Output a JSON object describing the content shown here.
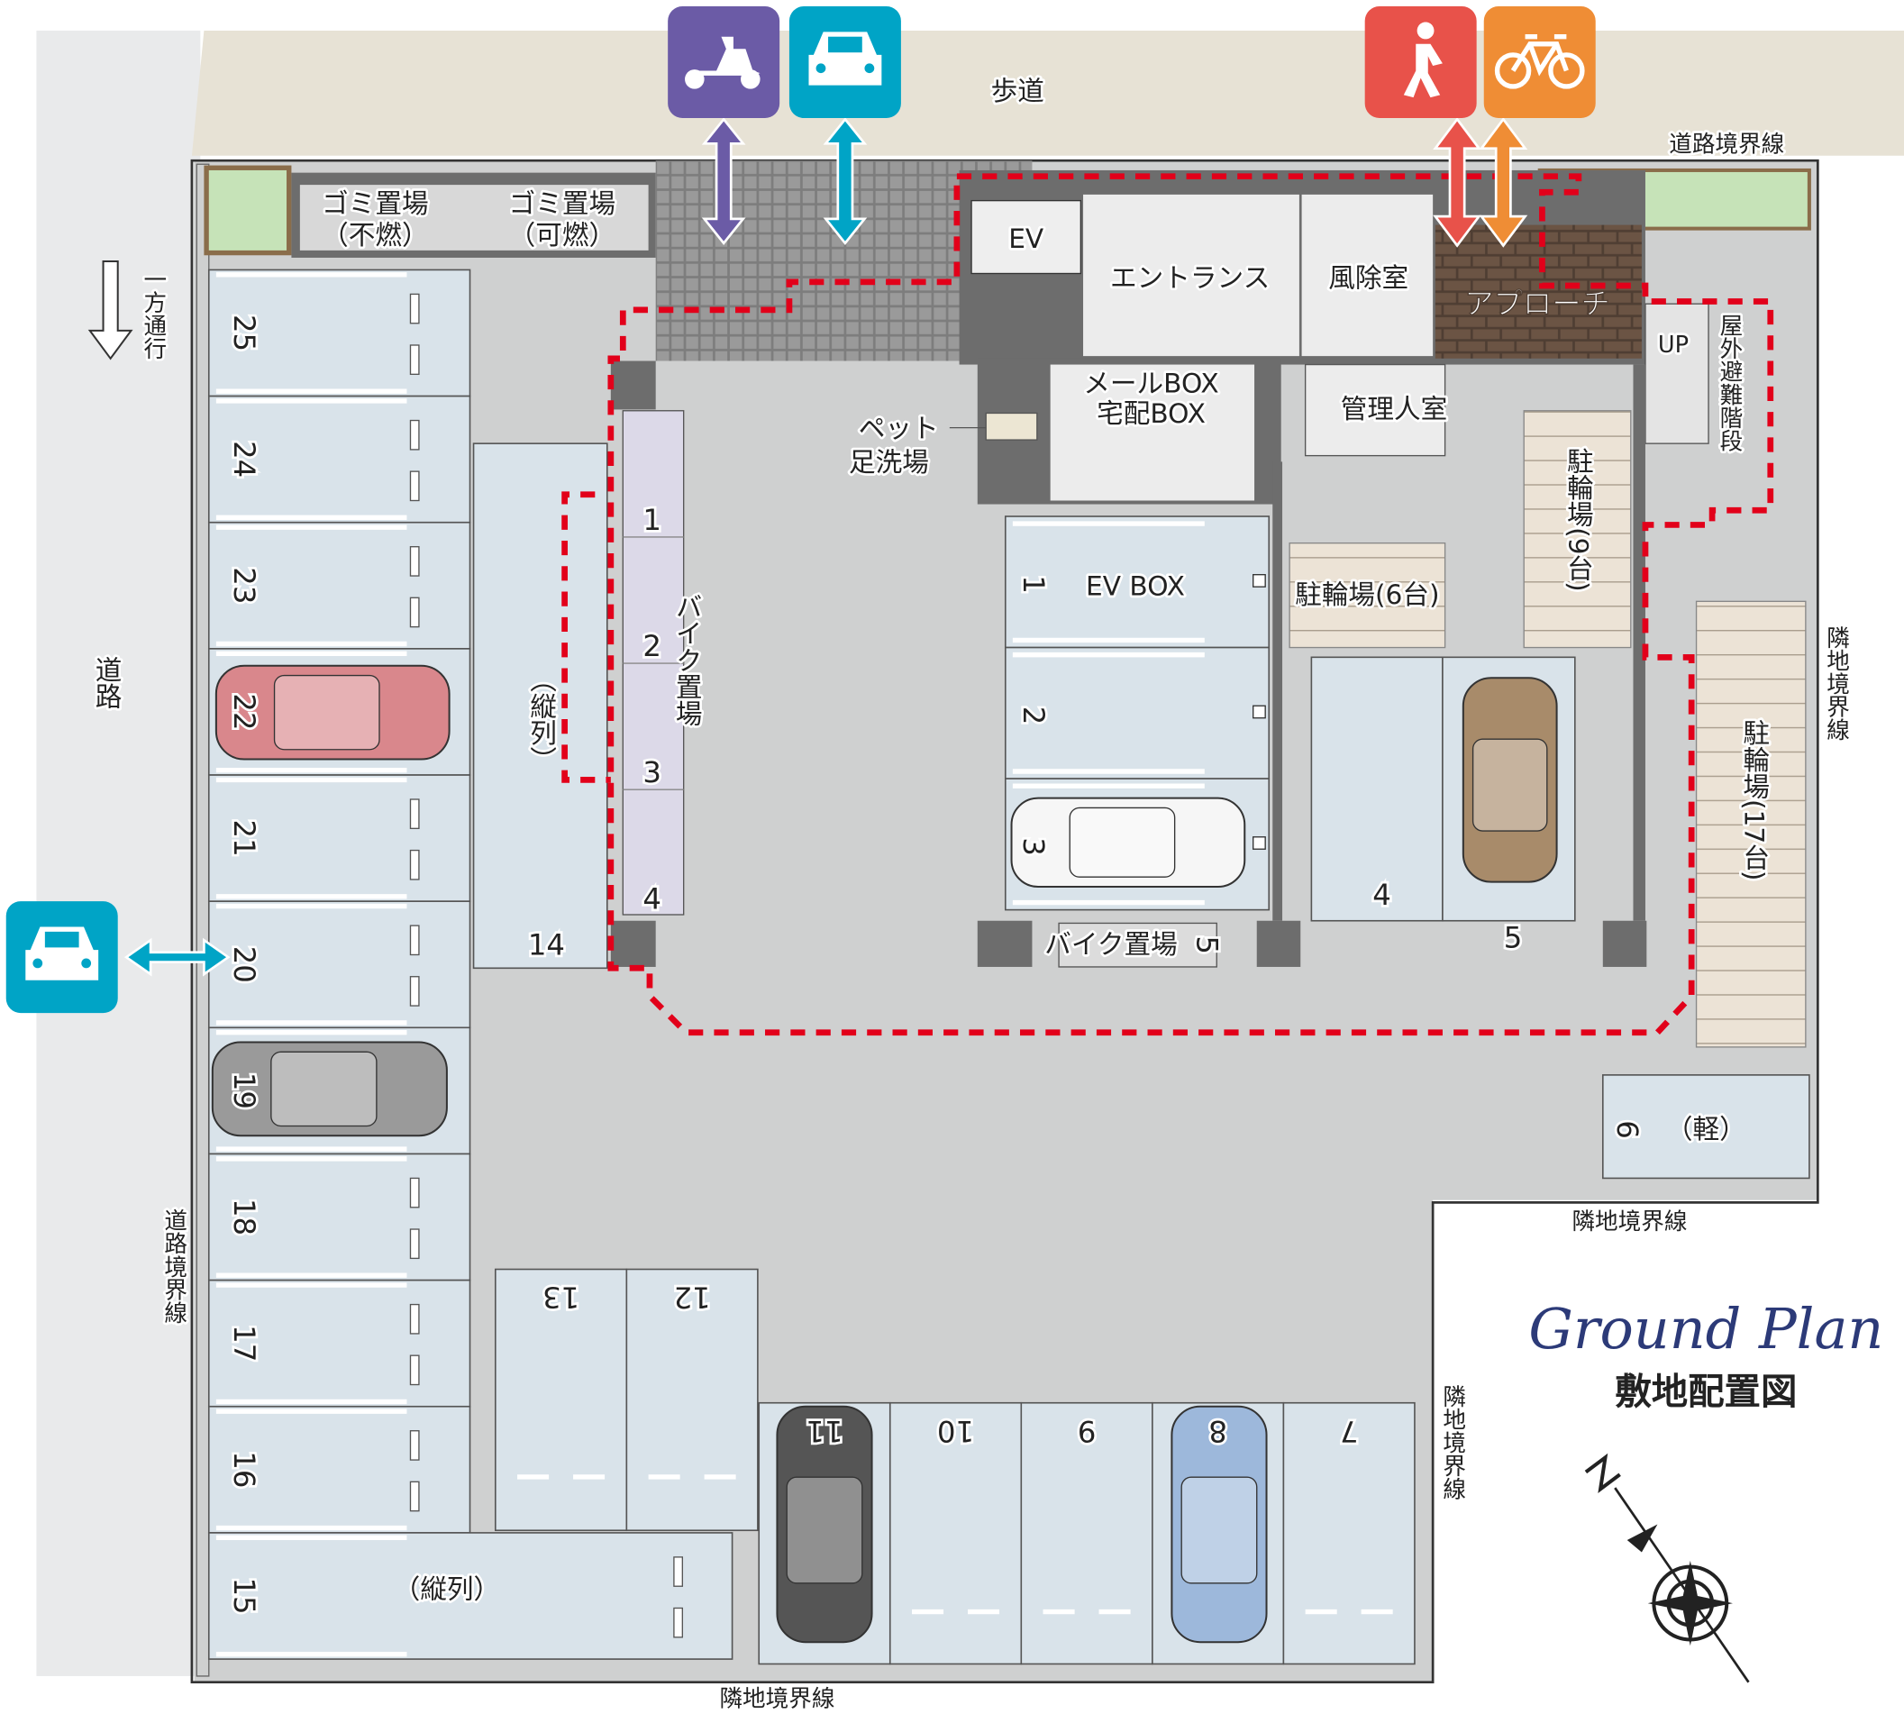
{
  "title": {
    "en": "Ground Plan",
    "ja": "敷地配置図"
  },
  "surroundings": {
    "sidewalk": "歩道",
    "road": "道路",
    "one_way": "一方通行",
    "road_boundary_top": "道路境界線",
    "road_boundary_left": "道路境界線",
    "neighbor_boundary_right": "隣地境界線",
    "neighbor_boundary_notch": "隣地境界線",
    "neighbor_boundary_lower": "隣地境界線",
    "neighbor_boundary_bottom": "隣地境界線"
  },
  "access_icons": [
    {
      "name": "scooter-icon",
      "color": "#6b5ba6"
    },
    {
      "name": "car-icon",
      "color": "#00a4c6"
    },
    {
      "name": "pedestrian-icon",
      "color": "#e8524a"
    },
    {
      "name": "bicycle-icon",
      "color": "#ef8d35"
    },
    {
      "name": "car-side-entrance-icon",
      "color": "#00a4c6"
    }
  ],
  "garbage": {
    "non_burnable": {
      "line1": "ゴミ置場",
      "line2": "（不燃）"
    },
    "burnable": {
      "line1": "ゴミ置場",
      "line2": "（可燃）"
    }
  },
  "building": {
    "ev": "EV",
    "entrance": "エントランス",
    "windbreak": "風除室",
    "approach": "アプローチ",
    "mail_box": "メールBOX",
    "delivery_box": "宅配BOX",
    "manager_room": "管理人室",
    "up": "UP",
    "emergency_stairs": "屋外避難階段",
    "pet_wash_line1": "ペット",
    "pet_wash_line2": "足洗場"
  },
  "bike_areas": {
    "motorbike_parking": "バイク置場",
    "motorbike_slots": [
      "1",
      "2",
      "3",
      "4"
    ],
    "motorbike_parking_5": "バイク置場",
    "motorbike_parking_5_num": "5",
    "bicycle_6": "駐輪場(6台)",
    "bicycle_9": "駐輪場(9台)",
    "bicycle_17": "駐輪場(17台)",
    "ev_box": "EV BOX"
  },
  "parking": {
    "left_column": [
      "25",
      "24",
      "23",
      "22",
      "21",
      "20",
      "19",
      "18",
      "17",
      "16",
      "15"
    ],
    "tandem_label": "（縦列）",
    "space_14": "14",
    "space_14_note": "（縦列）",
    "ev_spaces": [
      "1",
      "2",
      "3"
    ],
    "space_4": "4",
    "space_5": "5",
    "space_6": "6",
    "space_6_note": "（軽）",
    "rear_upper": [
      "13",
      "12"
    ],
    "rear_lower": [
      "11",
      "10",
      "9",
      "8",
      "7"
    ]
  },
  "colors": {
    "route": "#e2001a",
    "parking": "#d9e3ea",
    "title": "#2c3a78"
  }
}
